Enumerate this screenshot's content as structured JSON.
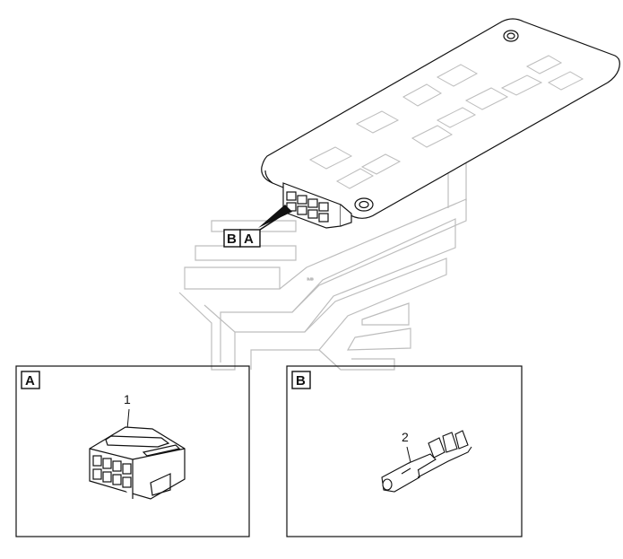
{
  "overview": {
    "view_callouts": {
      "left": "B",
      "right": "A"
    },
    "tiny_text": "ᴮ ᴬᴮ"
  },
  "detail_a": {
    "label": "A",
    "part_number": "1",
    "part_name": "connector-housing"
  },
  "detail_b": {
    "label": "B",
    "part_number": "2",
    "part_name": "crimp-terminal"
  },
  "colors": {
    "outline": "#111111",
    "ghost_lines": "#bdbdbd",
    "background": "#ffffff"
  }
}
